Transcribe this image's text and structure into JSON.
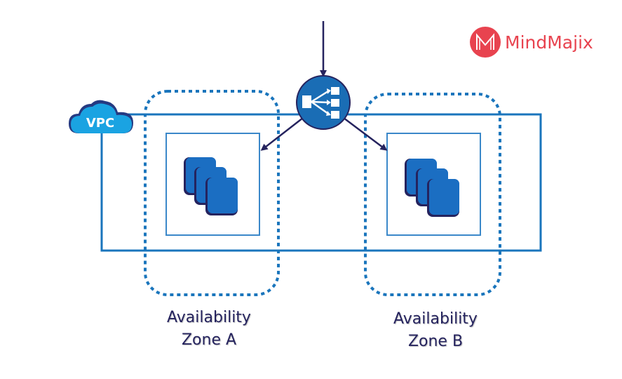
{
  "brand": {
    "name": "MindMajix",
    "color": "#e8434f",
    "icon": "mindmajix-logo-icon"
  },
  "vpc": {
    "label": "VPC",
    "icon": "cloud-icon",
    "color": "#1a75bc",
    "cloud_color": "#1aa3e2"
  },
  "load_balancer": {
    "icon": "load-balancer-icon",
    "color": "#1a6db5"
  },
  "zones": [
    {
      "line1": "Availability",
      "line2": "Zone A",
      "instances_icon": "ec2-instances-icon"
    },
    {
      "line1": "Availability",
      "line2": "Zone B",
      "instances_icon": "ec2-instances-icon"
    }
  ],
  "colors": {
    "arrow": "#25235e",
    "dotted_border": "#1a75bc",
    "instance_fill": "#1b6ec2",
    "instance_shadow": "#25235e",
    "label": "#25235e"
  }
}
